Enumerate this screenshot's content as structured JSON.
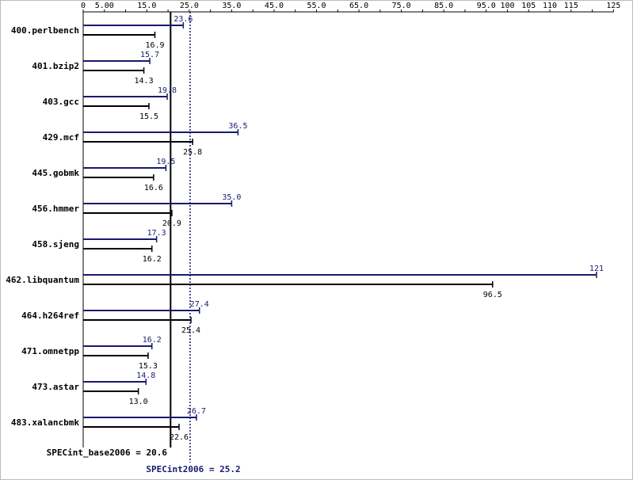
{
  "chart_data": {
    "type": "bar",
    "orientation": "horizontal",
    "x_ticks": [
      {
        "value": 0,
        "label": "0"
      },
      {
        "value": 5,
        "label": "5.00"
      },
      {
        "value": 15,
        "label": "15.0"
      },
      {
        "value": 25,
        "label": "25.0"
      },
      {
        "value": 35,
        "label": "35.0"
      },
      {
        "value": 45,
        "label": "45.0"
      },
      {
        "value": 55,
        "label": "55.0"
      },
      {
        "value": 65,
        "label": "65.0"
      },
      {
        "value": 75,
        "label": "75.0"
      },
      {
        "value": 85,
        "label": "85.0"
      },
      {
        "value": 95,
        "label": "95.0"
      },
      {
        "value": 100,
        "label": "100"
      },
      {
        "value": 105,
        "label": "105"
      },
      {
        "value": 110,
        "label": "110"
      },
      {
        "value": 115,
        "label": "115"
      },
      {
        "value": 125,
        "label": "125"
      }
    ],
    "xlim": [
      0,
      125
    ],
    "categories": [
      "400.perlbench",
      "401.bzip2",
      "403.gcc",
      "429.mcf",
      "445.gobmk",
      "456.hmmer",
      "458.sjeng",
      "462.libquantum",
      "464.h264ref",
      "471.omnetpp",
      "473.astar",
      "483.xalancbmk"
    ],
    "series": [
      {
        "key": "peak",
        "color": "#191970",
        "values": [
          23.6,
          15.7,
          19.8,
          36.5,
          19.5,
          35.0,
          17.3,
          121,
          27.4,
          16.2,
          14.8,
          26.7
        ],
        "labels": [
          "23.6",
          "15.7",
          "19.8",
          "36.5",
          "19.5",
          "35.0",
          "17.3",
          "121",
          "27.4",
          "16.2",
          "14.8",
          "26.7"
        ]
      },
      {
        "key": "base",
        "color": "#000000",
        "values": [
          16.9,
          14.3,
          15.5,
          25.8,
          16.6,
          20.9,
          16.2,
          96.5,
          25.4,
          15.3,
          13.0,
          22.6
        ],
        "labels": [
          "16.9",
          "14.3",
          "15.5",
          "25.8",
          "16.6",
          "20.9",
          "16.2",
          "96.5",
          "25.4",
          "15.3",
          "13.0",
          "22.6"
        ]
      }
    ],
    "reference_lines": [
      {
        "key": "base",
        "value": 20.6,
        "label": "SPECint_base2006 = 20.6",
        "style": "solid",
        "color": "#000000"
      },
      {
        "key": "peak",
        "value": 25.2,
        "label": "SPECint2006 = 25.2",
        "style": "dotted",
        "color": "#191970"
      }
    ],
    "grid": false,
    "legend": "none"
  }
}
